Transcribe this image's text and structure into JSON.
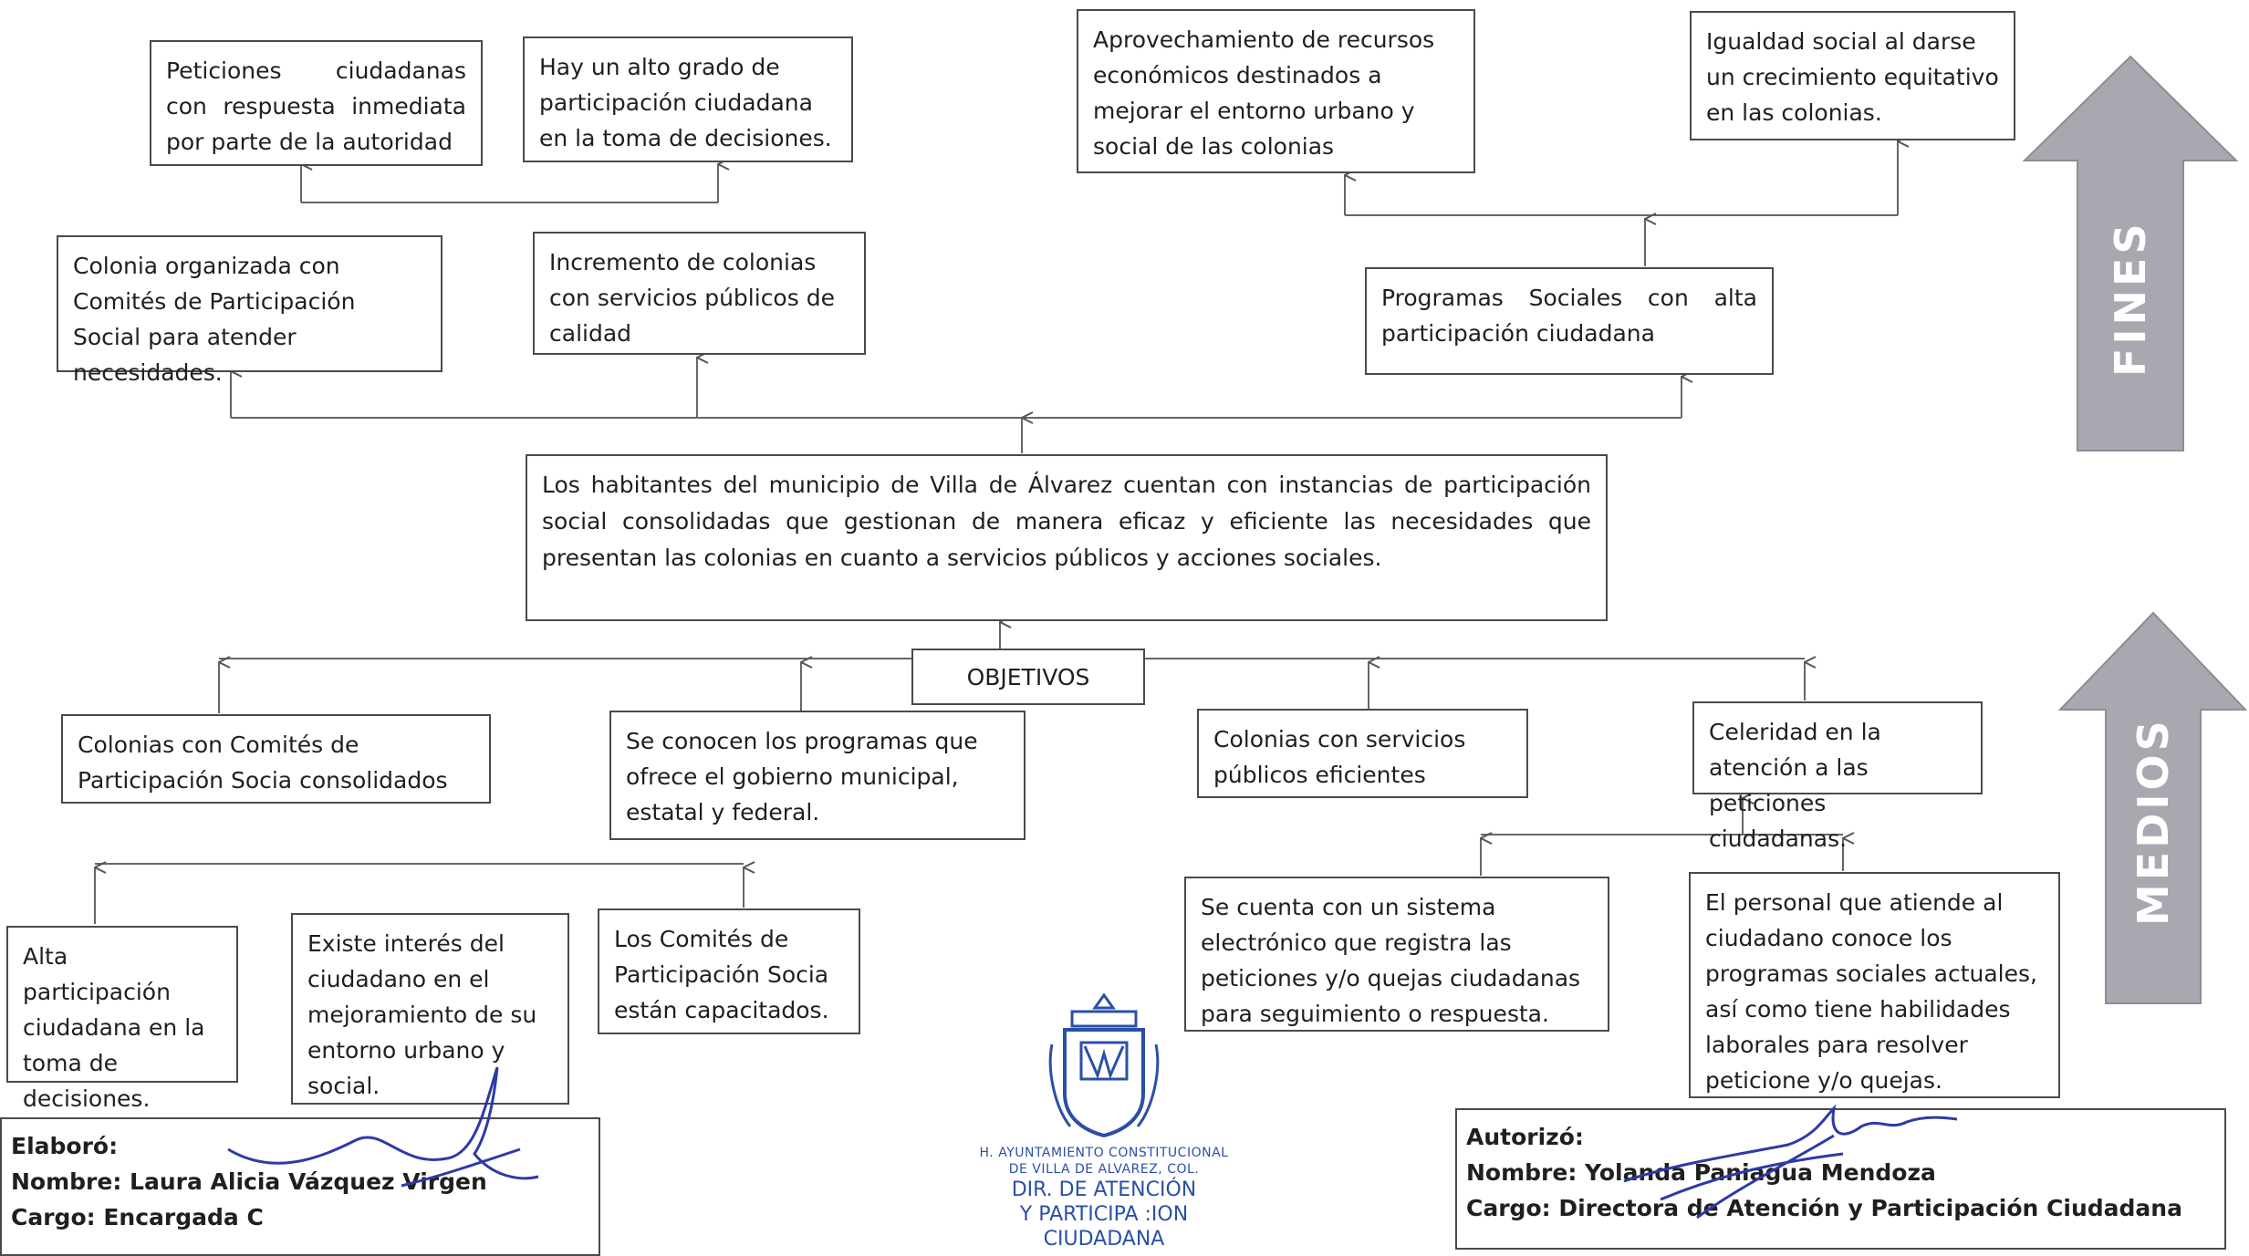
{
  "fines": {
    "peticiones": "Peticiones ciudadanas con respuesta inmediata por parte de la autoridad",
    "participacion": "Hay un alto grado de participación ciudadana en la toma de decisiones.",
    "aprovechamiento": "Aprovechamiento de recursos económicos destinados a mejorar el entorno urbano y social de las colonias",
    "igualdad": "Igualdad social al darse un crecimiento equitativo en las colonias.",
    "colonia_organizada": "Colonia organizada con Comités de Participación Social para atender necesidades.",
    "incremento": "Incremento de colonias con servicios públicos de calidad",
    "programas": "Programas Sociales con alta participación ciudadana"
  },
  "proposito": "Los habitantes del municipio de Villa de Álvarez cuentan con instancias de participación social consolidadas que gestionan de manera eficaz y eficiente las necesidades que presentan las colonias en cuanto a servicios públicos y acciones sociales.",
  "objetivos_label": "OBJETIVOS",
  "medios": {
    "comites": "Colonias con Comités de Participación Socia consolidados",
    "programas": "Se conocen los programas que ofrece el gobierno municipal, estatal y federal.",
    "servicios": "Colonias con servicios públicos eficientes",
    "celeridad": "Celeridad en la atención a las peticiones ciudadanas.",
    "alta_participacion": "Alta participación ciudadana en la toma de decisiones.",
    "interes": "Existe interés del ciudadano en el mejoramiento de su entorno urbano y social.",
    "capacitados": "Los Comités de Participación Socia están capacitados.",
    "sistema": "Se cuenta con un sistema electrónico que registra las peticiones y/o quejas ciudadanas para seguimiento o respuesta.",
    "personal": "El personal que atiende al ciudadano conoce los programas sociales actuales, así como tiene habilidades laborales para resolver peticione y/o quejas."
  },
  "arrows": {
    "fines": "FINES",
    "medios": "MEDIOS",
    "color": "#a7a8b0"
  },
  "elaboro": {
    "label": "Elaboró:",
    "nombre": "Nombre: Laura Alicia Vázquez Virgen",
    "cargo": "Cargo: Encargada C"
  },
  "autorizo": {
    "label": "Autorizó:",
    "nombre": "Nombre: Yolanda Paniagua Mendoza",
    "cargo": "Cargo: Directora de Atención y Participación Ciudadana"
  },
  "seal": {
    "line1": "H. AYUNTAMIENTO CONSTITUCIONAL",
    "line2": "DE VILLA DE ALVAREZ, COL.",
    "line3": "DIR. DE ATENCIÓN",
    "line4": "Y PARTICIPA :ION",
    "line5": "CIUDADANA",
    "color": "#2b4fa8"
  }
}
